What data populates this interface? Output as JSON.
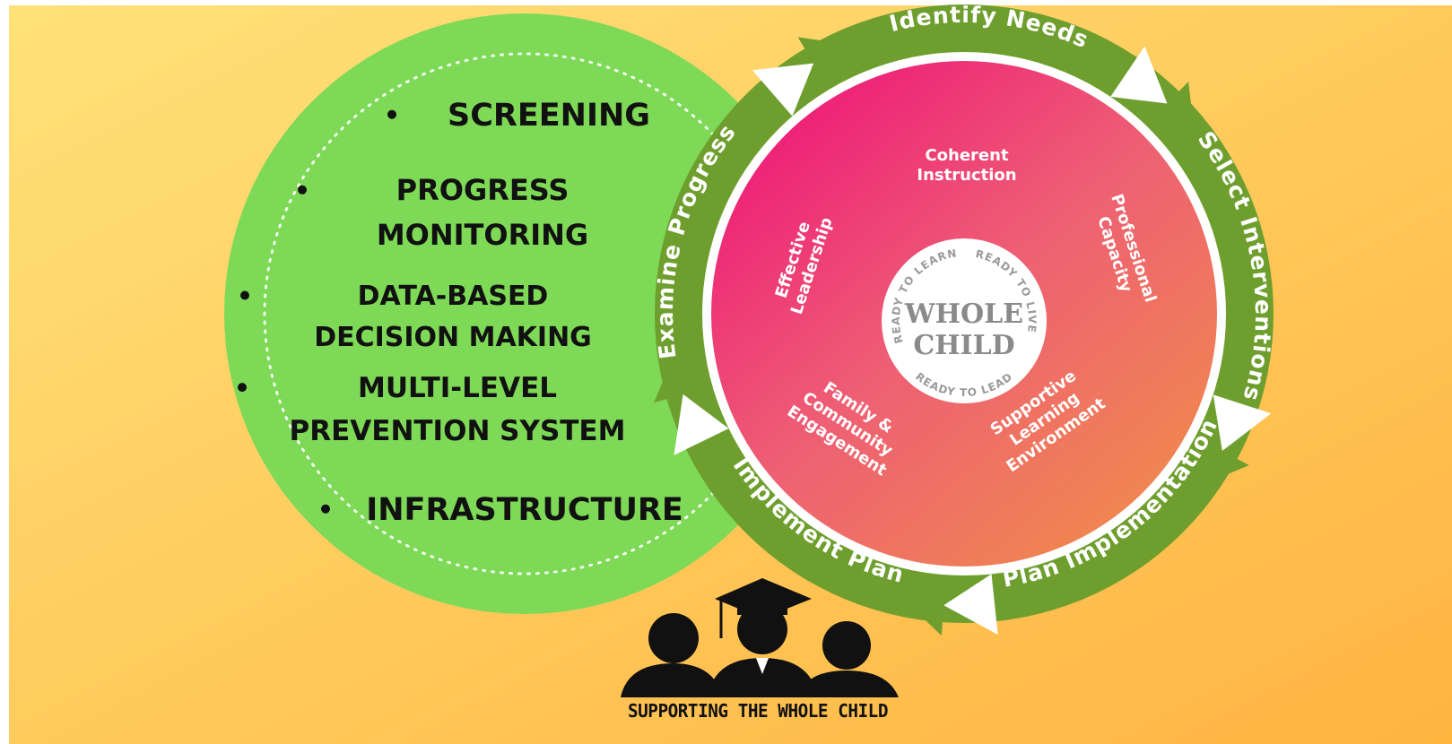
{
  "colors": {
    "background_top": "#ffe27a",
    "background_bottom": "#ffb440",
    "green_circle": "#7ed957",
    "ring_green": "#6e9f2e",
    "arrow_white": "#ffffff",
    "pink_center": "#ee1f78",
    "orange_edge": "#f08c4b",
    "text_dark": "#111111"
  },
  "bullets": [
    {
      "lines": [
        "SCREENING"
      ]
    },
    {
      "lines": [
        "PROGRESS",
        "MONITORING"
      ]
    },
    {
      "lines": [
        "DATA-BASED",
        "DECISION MAKING"
      ]
    },
    {
      "lines": [
        "MULTI-LEVEL",
        "PREVENTION SYSTEM"
      ]
    },
    {
      "lines": [
        "INFRASTRUCTURE"
      ]
    }
  ],
  "cycle": {
    "steps": [
      "Identify Needs",
      "Select Interventions",
      "Plan Implementation",
      "Implement Plan",
      "Examine Progress"
    ]
  },
  "components": [
    {
      "lines": [
        "Coherent",
        "Instruction"
      ]
    },
    {
      "lines": [
        "Professional",
        "Capacity"
      ]
    },
    {
      "lines": [
        "Supportive",
        "Learning",
        "Environment"
      ]
    },
    {
      "lines": [
        "Family &",
        "Community",
        "Engagement"
      ]
    },
    {
      "lines": [
        "Effective",
        "Leadership"
      ]
    }
  ],
  "center": {
    "title_line1": "WHOLE",
    "title_line2": "CHILD",
    "ready_to_learn": "READY TO LEARN",
    "ready_to_live": "READY TO LIVE",
    "ready_to_lead": "READY TO LEAD"
  },
  "logo": {
    "icon": "students-graduation-icon",
    "caption": "SUPPORTING THE WHOLE CHILD"
  }
}
